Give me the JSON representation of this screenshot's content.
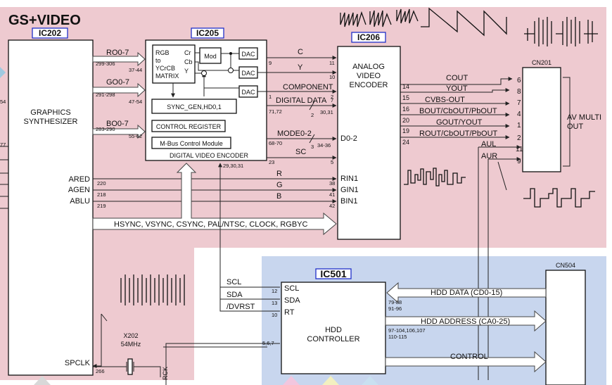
{
  "title": "GS+VIDEO",
  "colors": {
    "pink_region": "#eecad0",
    "blue_region": "#c8d6ee",
    "title": "#c0006a",
    "ic_label_border": "#1f2fc8"
  },
  "ic202": {
    "ref": "IC202",
    "name_line1": "GRAPHICS",
    "name_line2": "SYNTHESIZER",
    "ared": "ARED",
    "agen": "AGEN",
    "ablu": "ABLU",
    "spclk": "SPCLK"
  },
  "ic205": {
    "ref": "IC205",
    "rgb_matrix": [
      "RGB",
      "to",
      "YCrCB",
      "MATRIX"
    ],
    "cr": "Cr",
    "cb": "Cb",
    "y": "Y",
    "mod": "Mod",
    "dac": "DAC",
    "sync_gen": "SYNC_GEN,HD0,1",
    "control_register": "CONTROL REGISTER",
    "mbus": "M-Bus Control Module",
    "name": "DIGITAL VIDEO ENCODER"
  },
  "ic206": {
    "ref": "IC206",
    "name": [
      "ANALOG",
      "VIDEO",
      "ENCODER"
    ],
    "d0_2": "D0-2",
    "rin1": "RIN1",
    "gin1": "GIN1",
    "bin1": "BIN1"
  },
  "cn201": {
    "ref": "CN201",
    "pins": [
      "6",
      "8",
      "7",
      "4",
      "1",
      "2",
      "11",
      "9"
    ],
    "label_line1": "AV MULTI",
    "label_line2": "OUT"
  },
  "ic501": {
    "ref": "IC501",
    "name_line1": "HDD",
    "name_line2": "CONTROLLER",
    "scl": "SCL",
    "sda": "SDA",
    "rt": "RT"
  },
  "cn504": {
    "ref": "CN504"
  },
  "x202": {
    "ref": "X202",
    "freq": "54MHz"
  },
  "signals": {
    "ro": "RO0-7",
    "go": "GO0-7",
    "bo": "BO0-7",
    "c": "C",
    "y": "Y",
    "component": "COMPONENT",
    "digital_data": "DIGITAL DATA",
    "mode": "MODE0-2",
    "sc": "SC",
    "r": "R",
    "g": "G",
    "b": "B",
    "hsync_bus": "HSYNC, VSYNC, CSYNC, PAL/NTSC, CLOCK, RGBYC",
    "cout": "COUT",
    "yout": "YOUT",
    "cvbs": "CVBS-OUT",
    "bout": "BOUT/CbOUT/PbOUT",
    "gout": "GOUT/YOUT",
    "rout": "ROUT/CbOUT/PbOUT",
    "aul": "AUL",
    "aur": "AUR",
    "scl": "SCL",
    "sda": "SDA",
    "dvrst": "/DVRST",
    "hdd_data": "HDD DATA (CD0-15)",
    "hdd_address": "HDD ADDRESS (CA0-25)",
    "control": "CONTROL",
    "rck": "RCK"
  },
  "pins": {
    "ro_src": "299-306",
    "ro_dst": "37-44",
    "go_src": "291-298",
    "go_dst": "47-54",
    "bo_src": "283-290",
    "bo_dst": "55-62",
    "ared": "220",
    "agen": "218",
    "ablu": "219",
    "spclk": "266",
    "c_out": "9",
    "c_in": "11",
    "y_in": "10",
    "comp_out": "1",
    "comp_in": "2",
    "dd_out": "71,72",
    "dd_in": "30,31",
    "dd_bits": "2",
    "dd_pin7": "7",
    "mode_out": "68-70",
    "mode_in": "34-36",
    "mode_bits": "3",
    "sc_out": "23",
    "sc_in": "5",
    "ic205_bottom": "29,30,31",
    "rin1": "38",
    "gin1": "41",
    "bin1": "42",
    "out14": "14",
    "out15": "15",
    "out16": "16",
    "out20": "20",
    "out19": "19",
    "out24": "24",
    "scl": "12",
    "sda": "13",
    "rt": "10",
    "ic501_left": "5,6,7",
    "hdd_data_1": "79-88",
    "hdd_data_2": "91-96",
    "hdd_addr_1": "97-104,106,107",
    "hdd_addr_2": "110-115",
    "side_left_1": "54",
    "side_left_2": "77"
  }
}
